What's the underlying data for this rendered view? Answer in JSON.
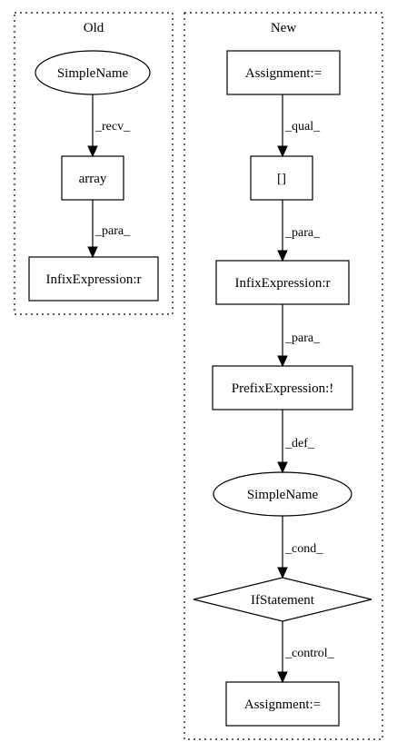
{
  "clusters": {
    "old": {
      "label": "Old"
    },
    "new": {
      "label": "New"
    }
  },
  "nodes": {
    "old_simplename": "SimpleName",
    "old_array": "array",
    "old_infix": "InfixExpression:r",
    "new_assignment_top": "Assignment:=",
    "new_brackets": "[]",
    "new_infix": "InfixExpression:r",
    "new_prefix": "PrefixExpression:!",
    "new_simplename": "SimpleName",
    "new_if": "IfStatement",
    "new_assignment_bottom": "Assignment:="
  },
  "edges": {
    "old_recv": "_recv_",
    "old_para": "_para_",
    "new_qual": "_qual_",
    "new_para1": "_para_",
    "new_para2": "_para_",
    "new_def": "_def_",
    "new_cond": "_cond_",
    "new_control": "_control_"
  }
}
